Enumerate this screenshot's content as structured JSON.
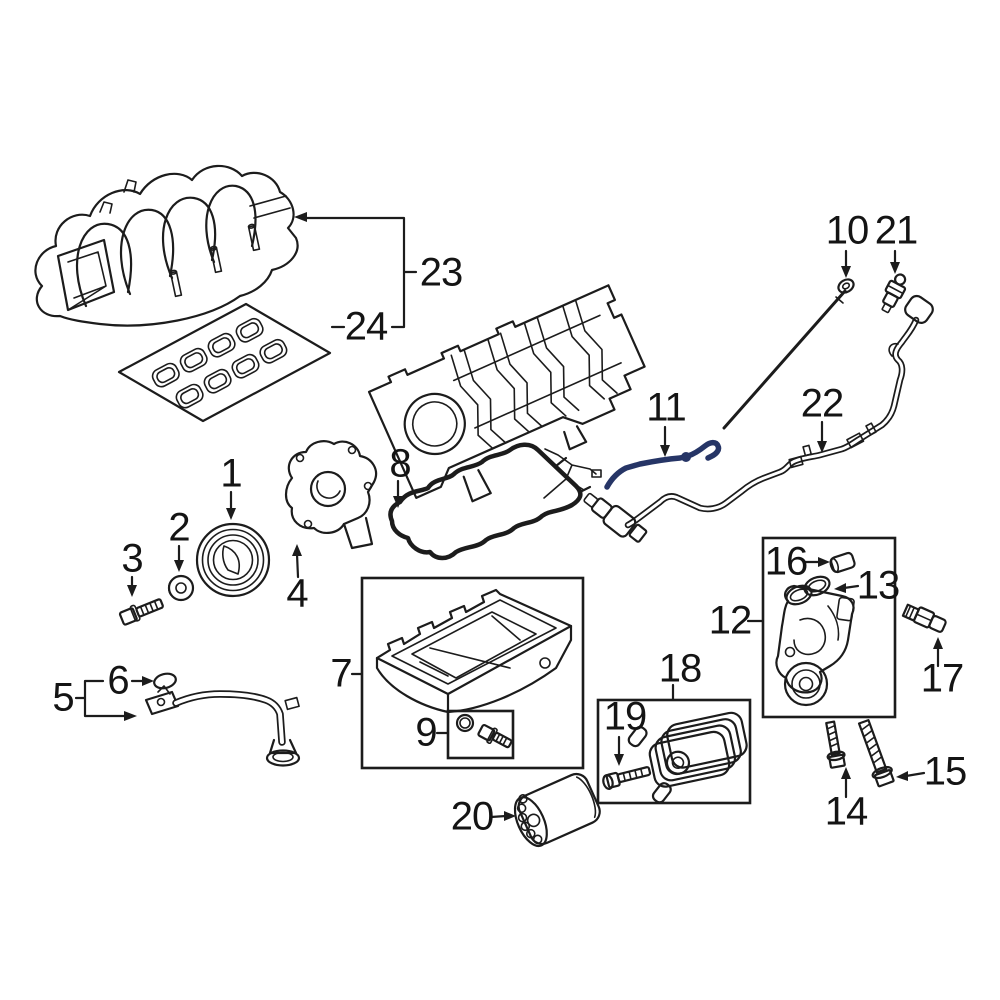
{
  "diagram": {
    "background_color": "#ffffff",
    "line_color": "#1c1c1c",
    "highlight_color": "#263566",
    "highlighted_callout": "11",
    "callouts": [
      {
        "number": "1"
      },
      {
        "number": "2"
      },
      {
        "number": "3"
      },
      {
        "number": "4"
      },
      {
        "number": "5"
      },
      {
        "number": "6"
      },
      {
        "number": "7"
      },
      {
        "number": "8"
      },
      {
        "number": "9"
      },
      {
        "number": "10"
      },
      {
        "number": "11"
      },
      {
        "number": "12"
      },
      {
        "number": "13"
      },
      {
        "number": "14"
      },
      {
        "number": "15"
      },
      {
        "number": "16"
      },
      {
        "number": "17"
      },
      {
        "number": "18"
      },
      {
        "number": "19"
      },
      {
        "number": "20"
      },
      {
        "number": "21"
      },
      {
        "number": "22"
      },
      {
        "number": "23"
      },
      {
        "number": "24"
      }
    ]
  }
}
